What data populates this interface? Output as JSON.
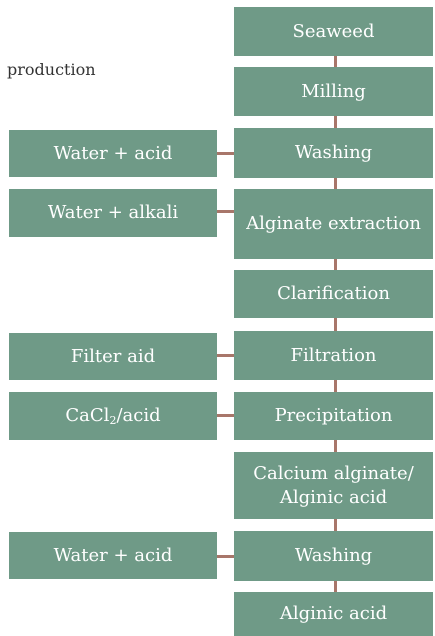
{
  "caption": "production",
  "colors": {
    "box_fill": "#6f9a87",
    "box_text": "#ffffff",
    "connector": "#a8766a"
  },
  "process_steps": [
    {
      "label": "Seaweed"
    },
    {
      "label": "Milling"
    },
    {
      "label": "Washing"
    },
    {
      "label": "Alginate extraction"
    },
    {
      "label": "Clarification"
    },
    {
      "label": "Filtration"
    },
    {
      "label": "Precipitation"
    },
    {
      "label": "Calcium alginate/",
      "label2": "Alginic acid"
    },
    {
      "label": "Washing"
    },
    {
      "label": "Alginic acid"
    }
  ],
  "inputs": [
    {
      "label": "Water + acid",
      "joins_step": 2
    },
    {
      "label": "Water + alkali",
      "joins_step": 3
    },
    {
      "label": "Filter aid",
      "joins_step": 5
    },
    {
      "label": "CaCl",
      "sub": "2",
      "suffix": "/acid",
      "joins_step": 6
    },
    {
      "label": "Water + acid",
      "joins_step": 8
    }
  ]
}
